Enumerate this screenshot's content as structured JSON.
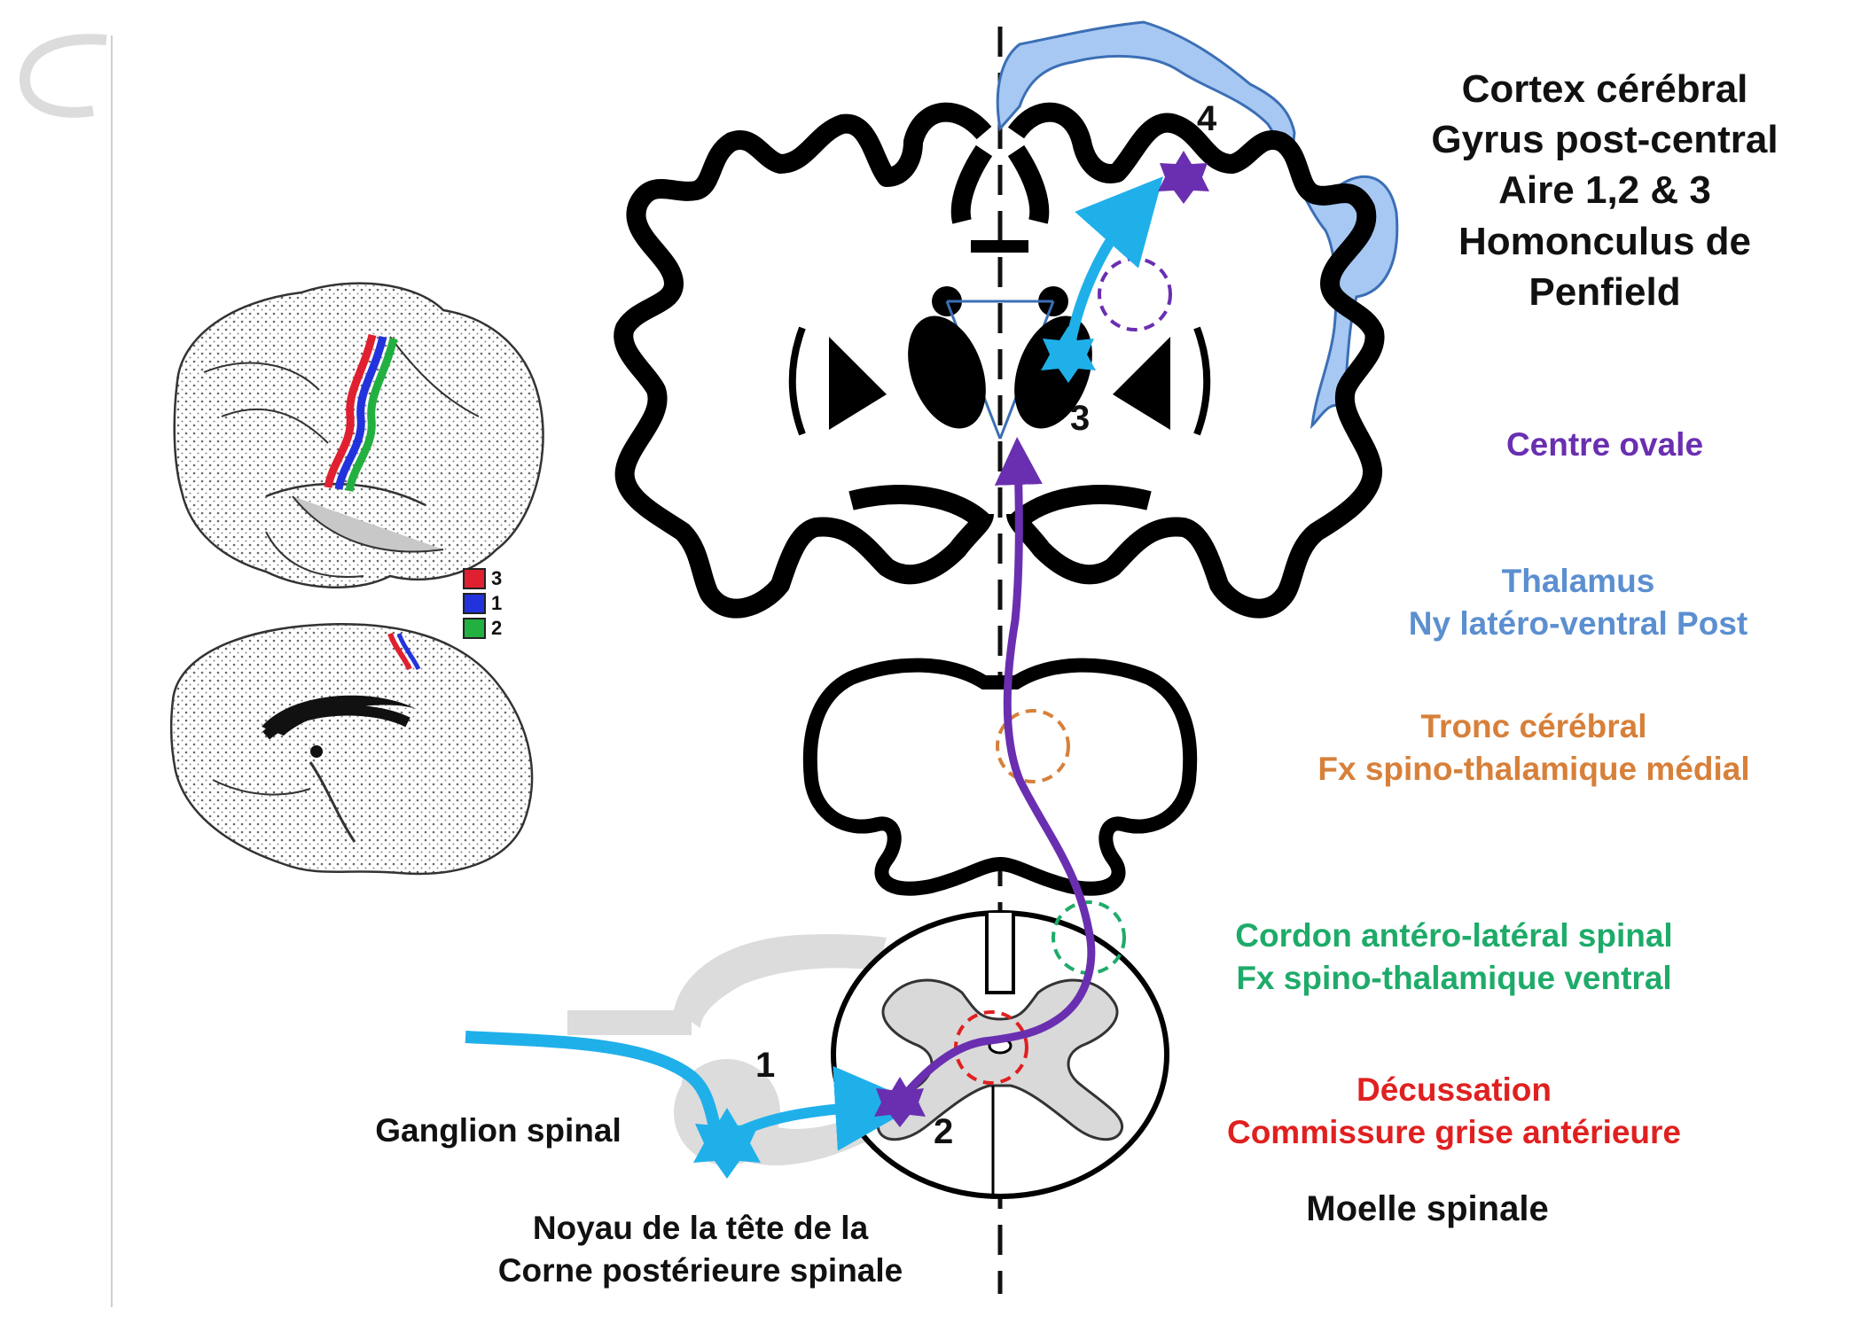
{
  "labels": {
    "cortex": "Cortex cérébral",
    "gyrus": "Gyrus post-central",
    "aires": "Aire 1,2 & 3",
    "homonculus": "Homonculus de",
    "penfield": "Penfield",
    "centre_ovale": "Centre ovale",
    "thalamus": "Thalamus",
    "thalamus_noyau": "Ny latéro-ventral Post",
    "tronc": "Tronc cérébral",
    "tronc_fx": "Fx spino-thalamique médial",
    "cordon": "Cordon antéro-latéral spinal",
    "cordon_fx": "Fx spino-thalamique ventral",
    "decussation": "Décussation",
    "commissure": "Commissure grise antérieure",
    "moelle": "Moelle spinale",
    "ganglion": "Ganglion spinal",
    "noyau_line1": "Noyau de la tête de la",
    "noyau_line2": "Corne postérieure spinale"
  },
  "markers": {
    "n1": "1",
    "n2": "2",
    "n3": "3",
    "n4": "4"
  },
  "legend": [
    {
      "label": "3",
      "color": "#e02030"
    },
    {
      "label": "1",
      "color": "#2233dd"
    },
    {
      "label": "2",
      "color": "#22b040"
    }
  ],
  "colors": {
    "cortex_black": "#000000",
    "cortex": "#111111",
    "centre_ovale": "#6a2fb0",
    "thalamus": "#5b8fd0",
    "tronc": "#d7803a",
    "cordon": "#1eab6a",
    "decussation": "#e02020",
    "pathway_blue": "#1fb0ea",
    "pathway_purple": "#6a2fb0",
    "homunculus": "#a7c8f3"
  }
}
